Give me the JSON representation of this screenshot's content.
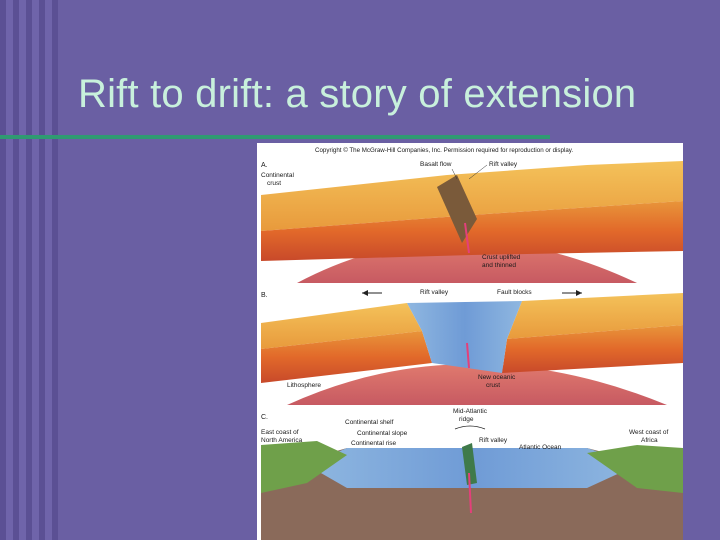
{
  "slide": {
    "title": "Rift to drift: a story of extension"
  },
  "figure": {
    "copyright": "Copyright © The McGraw-Hill Companies, Inc. Permission required for reproduction or display.",
    "panel_a": {
      "letter": "A.",
      "continental_crust": [
        "Continental",
        "crust"
      ],
      "basalt_flow": "Basalt flow",
      "rift_valley": "Rift valley",
      "crust_uplifted": [
        "Crust uplifted",
        "and thinned"
      ]
    },
    "panel_b": {
      "letter": "B.",
      "rift_valley": "Rift valley",
      "fault_blocks": "Fault blocks",
      "new_oceanic_crust": [
        "New oceanic",
        "crust"
      ],
      "lithosphere": "Lithosphere"
    },
    "panel_c": {
      "letter": "C.",
      "mid_atlantic_ridge": [
        "Mid-Atlantic",
        "ridge"
      ],
      "continental_shelf": "Continental shelf",
      "continental_slope": "Continental slope",
      "continental_rise": "Continental rise",
      "east_coast": [
        "East coast of",
        "North America"
      ],
      "west_coast": [
        "West coast of",
        "Africa"
      ],
      "rift_valley": "Rift valley",
      "atlantic_ocean": "Atlantic Ocean"
    }
  }
}
